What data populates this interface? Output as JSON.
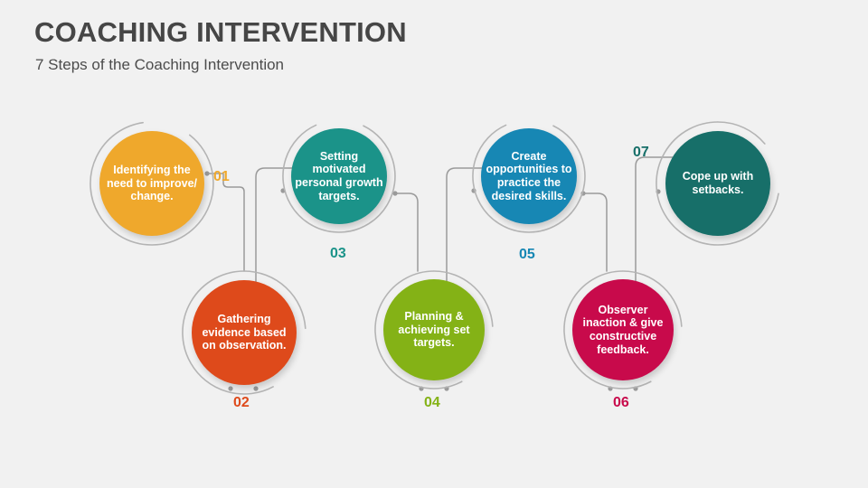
{
  "header": {
    "title": "COACHING INTERVENTION",
    "subtitle": "7 Steps of the Coaching Intervention"
  },
  "colors": {
    "background": "#f1f1f1",
    "title": "#464646",
    "subtitle": "#4c4c4c",
    "connector": "#9a9a9a",
    "ring": "#b4b4b4"
  },
  "steps": [
    {
      "number": "01",
      "text": "Identifying the need to improve/ change.",
      "color": "#efa82c",
      "row": "top"
    },
    {
      "number": "02",
      "text": "Gathering evidence based on observation.",
      "color": "#de4a1b",
      "row": "bottom"
    },
    {
      "number": "03",
      "text": "Setting motivated personal growth targets.",
      "color": "#1b9389",
      "row": "top"
    },
    {
      "number": "04",
      "text": "Planning & achieving set targets.",
      "color": "#84b216",
      "row": "bottom"
    },
    {
      "number": "05",
      "text": "Create opportunities to practice the desired skills.",
      "color": "#1787b4",
      "row": "top"
    },
    {
      "number": "06",
      "text": "Observer inaction & give constructive feedback.",
      "color": "#c80a4b",
      "row": "bottom"
    },
    {
      "number": "07",
      "text": "Cope up with setbacks.",
      "color": "#176f69",
      "row": "top"
    }
  ]
}
